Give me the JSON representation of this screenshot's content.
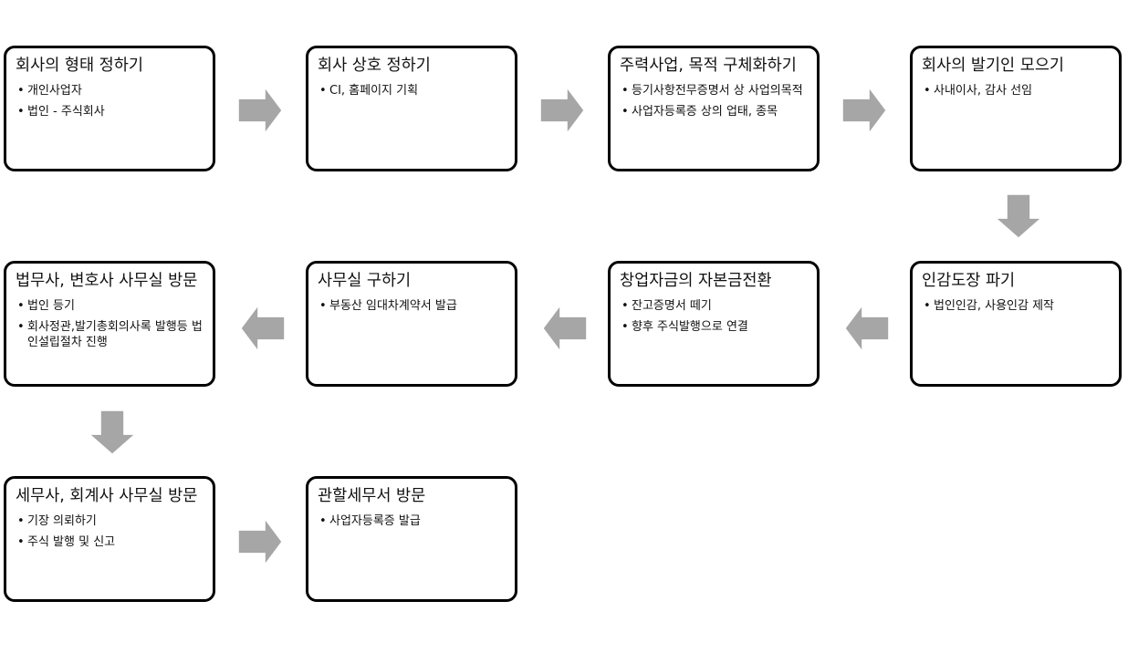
{
  "colors": {
    "box_border": "#000000",
    "arrow_fill": "#a6a6a6",
    "background": "#ffffff"
  },
  "steps": [
    {
      "title": "회사의 형태 정하기",
      "items": [
        "개인사업자",
        "법인 - 주식회사"
      ]
    },
    {
      "title": "회사 상호 정하기",
      "items": [
        "CI, 홈페이지 기획"
      ]
    },
    {
      "title": "주력사업, 목적 구체화하기",
      "items": [
        "등기사항전무증명서 상 사업의목적",
        "사업자등록증 상의 업태, 종목"
      ]
    },
    {
      "title": "회사의 발기인 모으기",
      "items": [
        "사내이사, 감사 선임"
      ]
    },
    {
      "title": "인감도장 파기",
      "items": [
        "법인인감, 사용인감 제작"
      ]
    },
    {
      "title": "창업자금의 자본금전환",
      "items": [
        "잔고증명서 떼기",
        "향후 주식발행으로 연결"
      ]
    },
    {
      "title": "사무실 구하기",
      "items": [
        "부동산 임대차계약서 발급"
      ]
    },
    {
      "title": "법무사, 변호사 사무실 방문",
      "items": [
        "법인 등기",
        "회사정관,발기총회의사록 발행등 법인설립절차 진행"
      ]
    },
    {
      "title": "세무사, 회계사 사무실 방문",
      "items": [
        "기장 의뢰하기",
        "주식 발행 및 신고"
      ]
    },
    {
      "title": "관할세무서 방문",
      "items": [
        "사업자등록증 발급"
      ]
    }
  ],
  "arrows": [
    {
      "direction": "right"
    },
    {
      "direction": "right"
    },
    {
      "direction": "right"
    },
    {
      "direction": "down"
    },
    {
      "direction": "left"
    },
    {
      "direction": "left"
    },
    {
      "direction": "left"
    },
    {
      "direction": "down"
    },
    {
      "direction": "right"
    }
  ],
  "bullet": "•"
}
